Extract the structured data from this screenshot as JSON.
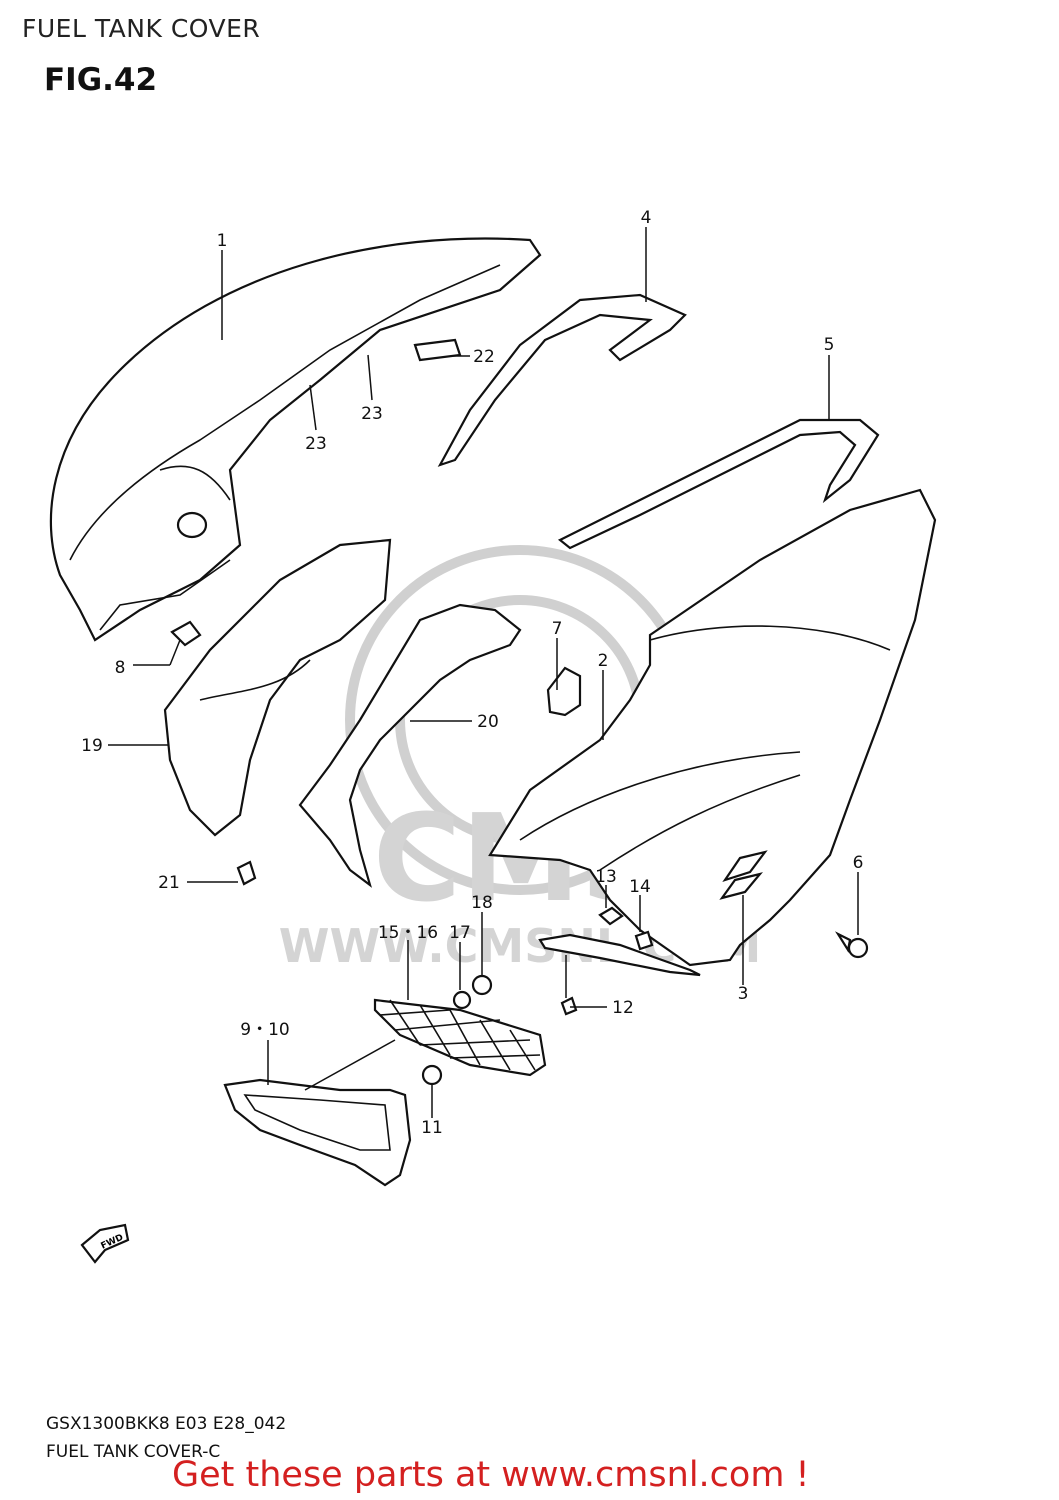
{
  "header": {
    "title": "FUEL TANK COVER",
    "figure": "FIG.42"
  },
  "callouts": [
    {
      "id": "c1",
      "label": "1"
    },
    {
      "id": "c4",
      "label": "4"
    },
    {
      "id": "c22",
      "label": "22"
    },
    {
      "id": "c23a",
      "label": "23"
    },
    {
      "id": "c23b",
      "label": "23"
    },
    {
      "id": "c5",
      "label": "5"
    },
    {
      "id": "c8",
      "label": "8"
    },
    {
      "id": "c19",
      "label": "19"
    },
    {
      "id": "c7",
      "label": "7"
    },
    {
      "id": "c2",
      "label": "2"
    },
    {
      "id": "c20",
      "label": "20"
    },
    {
      "id": "c21",
      "label": "21"
    },
    {
      "id": "c6",
      "label": "6"
    },
    {
      "id": "c13",
      "label": "13"
    },
    {
      "id": "c14",
      "label": "14"
    },
    {
      "id": "c18",
      "label": "18"
    },
    {
      "id": "c1516",
      "label": "15・16"
    },
    {
      "id": "c17",
      "label": "17"
    },
    {
      "id": "c3",
      "label": "3"
    },
    {
      "id": "c12",
      "label": "12"
    },
    {
      "id": "c910",
      "label": "9・10"
    },
    {
      "id": "c11",
      "label": "11"
    }
  ],
  "fwd_label": "FWD",
  "watermark": {
    "text": "WWW.CMSNL.COM",
    "logo": "CMS"
  },
  "footer": {
    "code": "GSX1300BKK8 E03 E28_042",
    "subtitle": "FUEL TANK COVER-C",
    "promo": "Get these parts at www.cmsnl.com !"
  }
}
